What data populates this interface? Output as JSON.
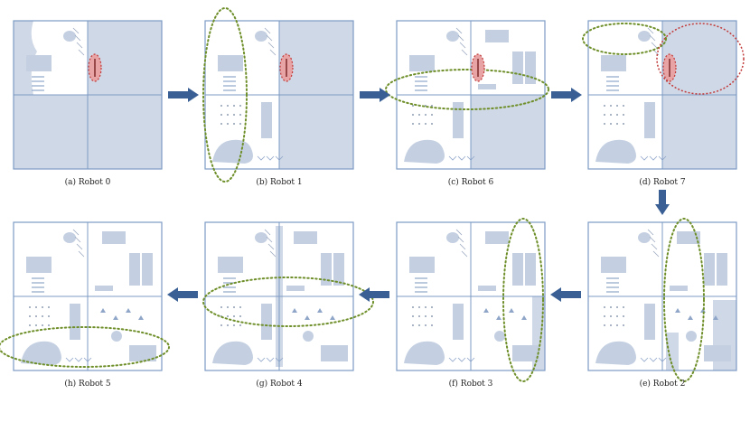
{
  "panels": [
    {
      "id": "robot-0",
      "caption": "(a) Robot 0",
      "explored": [
        "tl"
      ],
      "partial": "left",
      "green": null,
      "red": [
        "door"
      ]
    },
    {
      "id": "robot-1",
      "caption": "(b) Robot 1",
      "explored": [
        "tl",
        "bl"
      ],
      "partial": null,
      "green": "left-column",
      "red": [
        "door"
      ]
    },
    {
      "id": "robot-6",
      "caption": "(c) Robot 6",
      "explored": [
        "tl",
        "tr",
        "bl"
      ],
      "partial": null,
      "green": "middle-band",
      "red": [
        "door"
      ]
    },
    {
      "id": "robot-7",
      "caption": "(d) Robot 7",
      "explored": [
        "tl",
        "bl"
      ],
      "partial": null,
      "green": "top-left-band",
      "red": [
        "door",
        "top-right-quadrant"
      ]
    },
    {
      "id": "robot-2",
      "caption": "(e) Robot 2",
      "explored": [
        "tl",
        "tr",
        "bl",
        "br"
      ],
      "partial": "br-unexplored",
      "green": "middle-column",
      "red": []
    },
    {
      "id": "robot-3",
      "caption": "(f) Robot 3",
      "explored": [
        "tl",
        "tr",
        "bl",
        "br"
      ],
      "partial": "br-right-unexplored",
      "green": "right-column",
      "red": []
    },
    {
      "id": "robot-4",
      "caption": "(g) Robot 4",
      "explored": [
        "tl",
        "tr",
        "bl",
        "br"
      ],
      "partial": "middle-strip",
      "green": "middle-band",
      "red": []
    },
    {
      "id": "robot-5",
      "caption": "(h) Robot 5",
      "explored": [
        "tl",
        "tr",
        "bl",
        "br"
      ],
      "partial": null,
      "green": "bottom-band",
      "red": []
    }
  ],
  "colors": {
    "unexplored": "#cfd8e6",
    "explored": "#ffffff",
    "frame": "#7d9bc4",
    "obstacle": "#c4d0e2",
    "arrow": "#3a5f95",
    "green_ellipse": "#6f8f2a",
    "red_ellipse": "#c23a3a",
    "red_fill": "#e8a4a4"
  }
}
